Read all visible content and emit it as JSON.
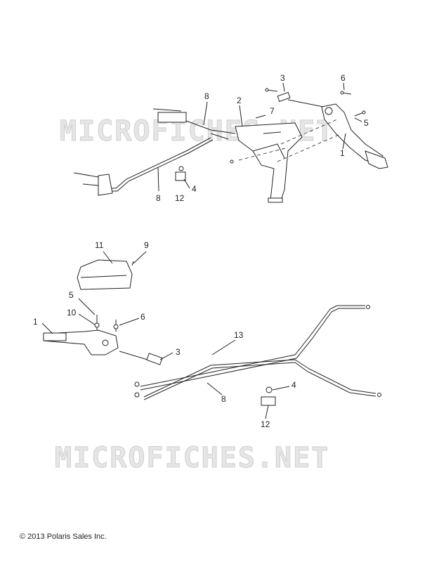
{
  "watermark": "MICROFICHES.NET",
  "copyright": "© 2013 Polaris Sales Inc.",
  "top_callouts": [
    "3",
    "6",
    "8",
    "2",
    "7",
    "5",
    "1",
    "8",
    "12",
    "4"
  ],
  "bottom_callouts": [
    "11",
    "9",
    "5",
    "10",
    "6",
    "1",
    "3",
    "13",
    "4",
    "8",
    "12"
  ]
}
